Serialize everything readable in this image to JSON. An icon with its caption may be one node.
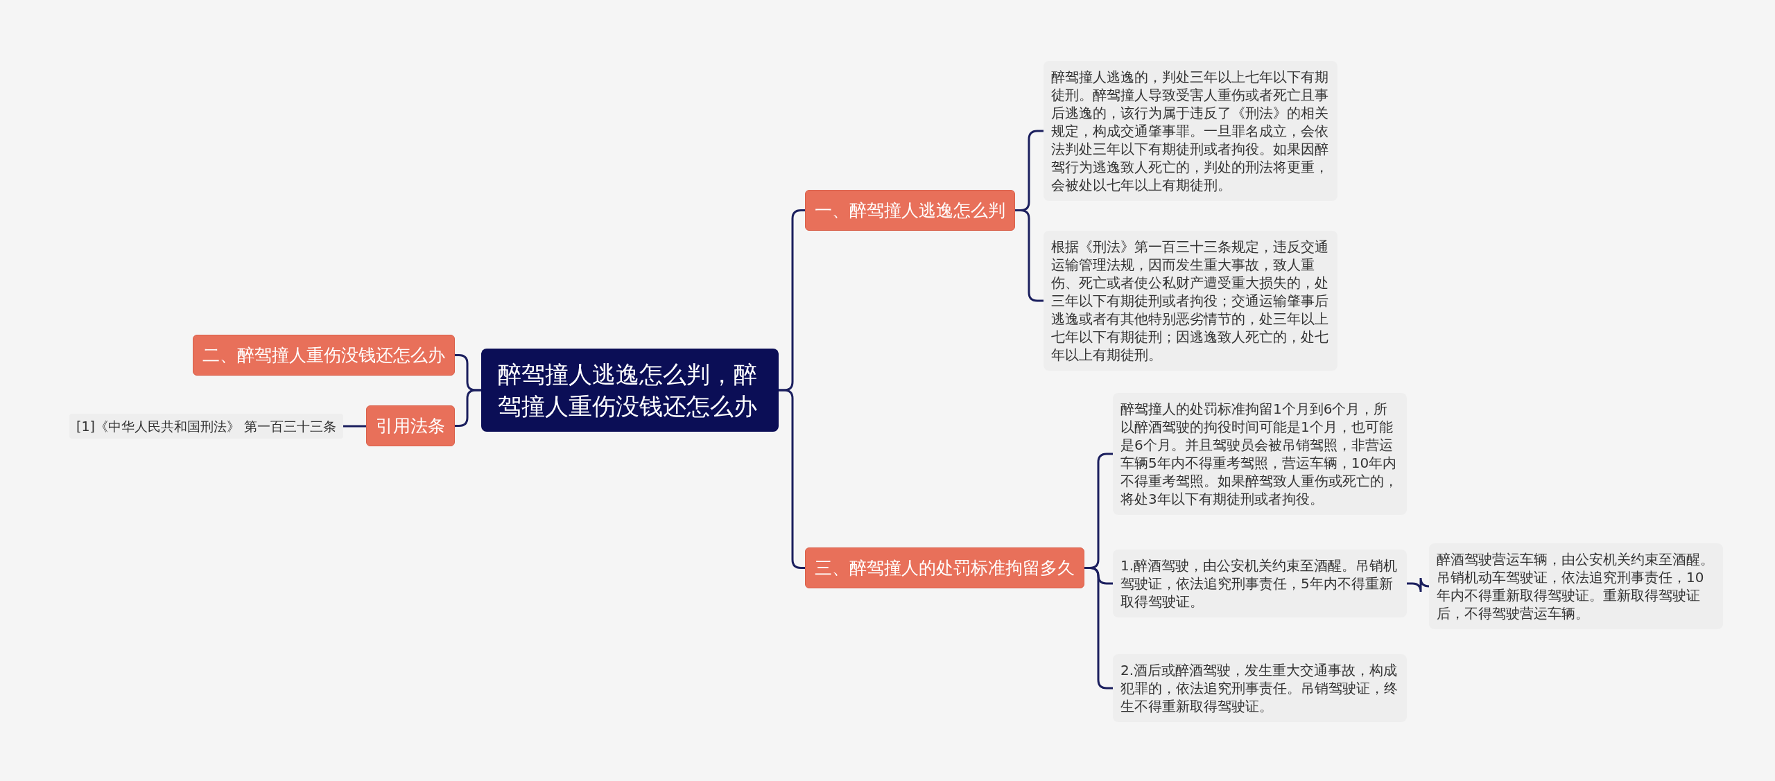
{
  "diagram": {
    "nodes": [
      {
        "text": [
          "醉驾撞人逃逸怎么判，醉驾撞人重伤没钱还怎么办"
        ]
      },
      {
        "text": [
          "一、醉驾撞人逃逸怎么判"
        ]
      },
      {
        "text": [
          "醉驾撞人逃逸的，判处三年以上七年以下有期徒刑。醉驾撞人导致受害人重伤或者死亡且事后逃逸的，该行为属于违反了《刑法》的相关规定，构成交通肇事罪。一旦罪名成立，会依法判处三年以下有期徒刑或者拘役。如果因醉驾行为逃逸致人死亡的，判处的刑法将更重，会被处以七年以上有期徒刑。"
        ]
      },
      {
        "text": [
          "根据《刑法》第一百三十三条规定，违反交通运输管理法规，因而发生重大事故，致人重伤、死亡或者使公私财产遭受重大损失的，处三年以下有期徒刑或者拘役；交通运输肇事后逃逸或者有其他特别恶劣情节的，处三年以上七年以下有期徒刑；因逃逸致人死亡的，处七年以上有期徒刑。"
        ]
      },
      {
        "text": [
          "三、醉驾撞人的处罚标准拘留多久"
        ]
      },
      {
        "text": [
          "醉驾撞人的处罚标准拘留1个月到6个月，所以醉酒驾驶的拘役时间可能是1个月，也可能是6个月。并且驾驶员会被吊销驾照，非营运车辆5年内不得重考驾照，营运车辆，10年内不得重考驾照。如果醉驾致人重伤或死亡的，将处3年以下有期徒刑或者拘役。"
        ]
      },
      {
        "text": [
          "1.醉酒驾驶，由公安机关约束至酒醒。吊销机驾驶证，依法追究刑事责任，5年内不得重新取得驾驶证。"
        ]
      },
      {
        "text": [
          "醉酒驾驶营运车辆，由公安机关约束至酒醒。吊销机动车驾驶证，依法追究刑事责任，10年内不得重新取得驾驶证。重新取得驾驶证后，不得驾驶营运车辆。"
        ]
      },
      {
        "text": [
          "2.酒后或醉酒驾驶，发生重大交通事故，构成犯罪的，依法追究刑事责任。吊销驾驶证，终生不得重新取得驾驶证。"
        ]
      },
      {
        "text": [
          "二、醉驾撞人重伤没钱还怎么办"
        ]
      },
      {
        "text": [
          "引用法条"
        ]
      },
      {
        "text": [
          "[1]《中华人民共和国刑法》 第一百三十三条"
        ]
      }
    ],
    "edges": [
      {
        "from": 0,
        "to": 1,
        "arrow": "none"
      },
      {
        "from": 1,
        "to": 2,
        "arrow": "none"
      },
      {
        "from": 1,
        "to": 3,
        "arrow": "none"
      },
      {
        "from": 0,
        "to": 4,
        "arrow": "none"
      },
      {
        "from": 4,
        "to": 5,
        "arrow": "none"
      },
      {
        "from": 4,
        "to": 6,
        "arrow": "none"
      },
      {
        "from": 6,
        "to": 7,
        "arrow": "none"
      },
      {
        "from": 4,
        "to": 8,
        "arrow": "none"
      },
      {
        "from": 0,
        "to": 9,
        "arrow": "none"
      },
      {
        "from": 0,
        "to": 10,
        "arrow": "none"
      },
      {
        "from": 10,
        "to": 11,
        "arrow": "none"
      }
    ]
  }
}
